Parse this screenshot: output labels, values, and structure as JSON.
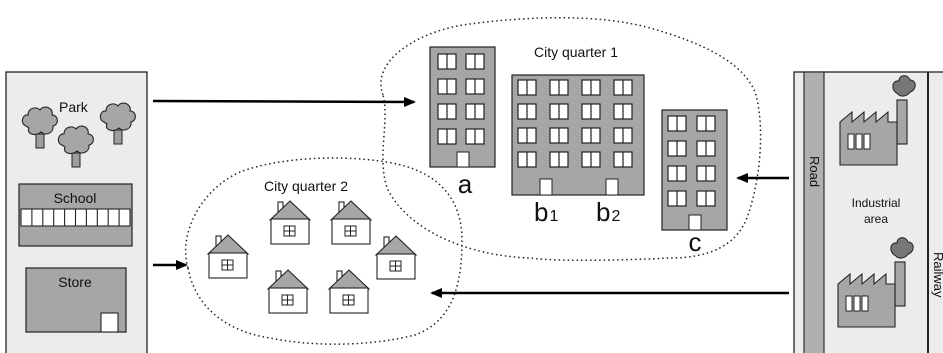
{
  "left_panel": {
    "park_label": "Park",
    "school_label": "School",
    "store_label": "Store"
  },
  "quarter1": {
    "title": "City quarter 1",
    "building_a": "a",
    "building_b": "b",
    "building_b1_sub": "1",
    "building_b2_sub": "2",
    "building_c": "c"
  },
  "quarter2": {
    "title": "City quarter 2"
  },
  "right_panel": {
    "road_label": "Road",
    "industrial_label_line1": "Industrial",
    "industrial_label_line2": "area",
    "railway_label": "Railway"
  },
  "colors": {
    "building_fill": "#a6a6a6",
    "panel_fill": "#ececec",
    "stroke": "#222222"
  }
}
